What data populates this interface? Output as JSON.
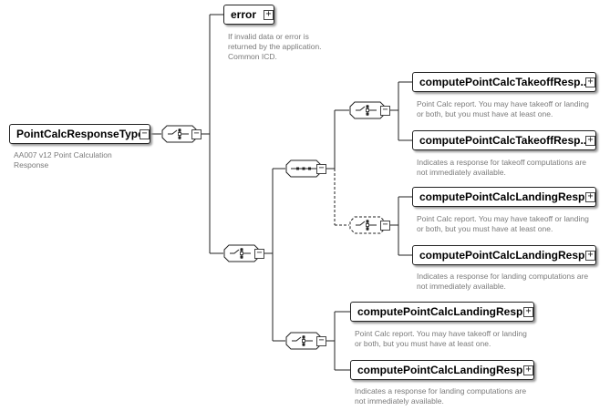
{
  "root": {
    "label": "PointCalcResponseType",
    "note": [
      "AA007 v12 Point Calculation",
      "Response"
    ],
    "expander": "−"
  },
  "error": {
    "label": "error",
    "note": [
      "If invalid data or error is",
      "returned by the application.",
      "Common ICD."
    ],
    "expander": "+"
  },
  "elements": [
    {
      "label": "computePointCalcTakeoffResp...",
      "note": [
        "Point Calc report. You may have takeoff or landing",
        "or both, but you must have at least one."
      ]
    },
    {
      "label": "computePointCalcTakeoffResp...",
      "note": [
        "Indicates a response for takeoff computations are",
        "not immediately available."
      ]
    },
    {
      "label": "computePointCalcLandingResp...",
      "note": [
        "Point Calc report. You may have takeoff or landing",
        "or both, but you must have at least one."
      ]
    },
    {
      "label": "computePointCalcLandingResp...",
      "note": [
        "Indicates a response for landing computations are",
        "not immediately available."
      ]
    },
    {
      "label": "computePointCalcLandingResp...",
      "note": [
        "Point Calc report. You may have takeoff or landing",
        "or both, but you must have at least one."
      ]
    },
    {
      "label": "computePointCalcLandingResp...",
      "note": [
        "Indicates a response for landing computations are",
        "not immediately available."
      ]
    }
  ],
  "element_expander": "+",
  "compositor_expander": "−"
}
